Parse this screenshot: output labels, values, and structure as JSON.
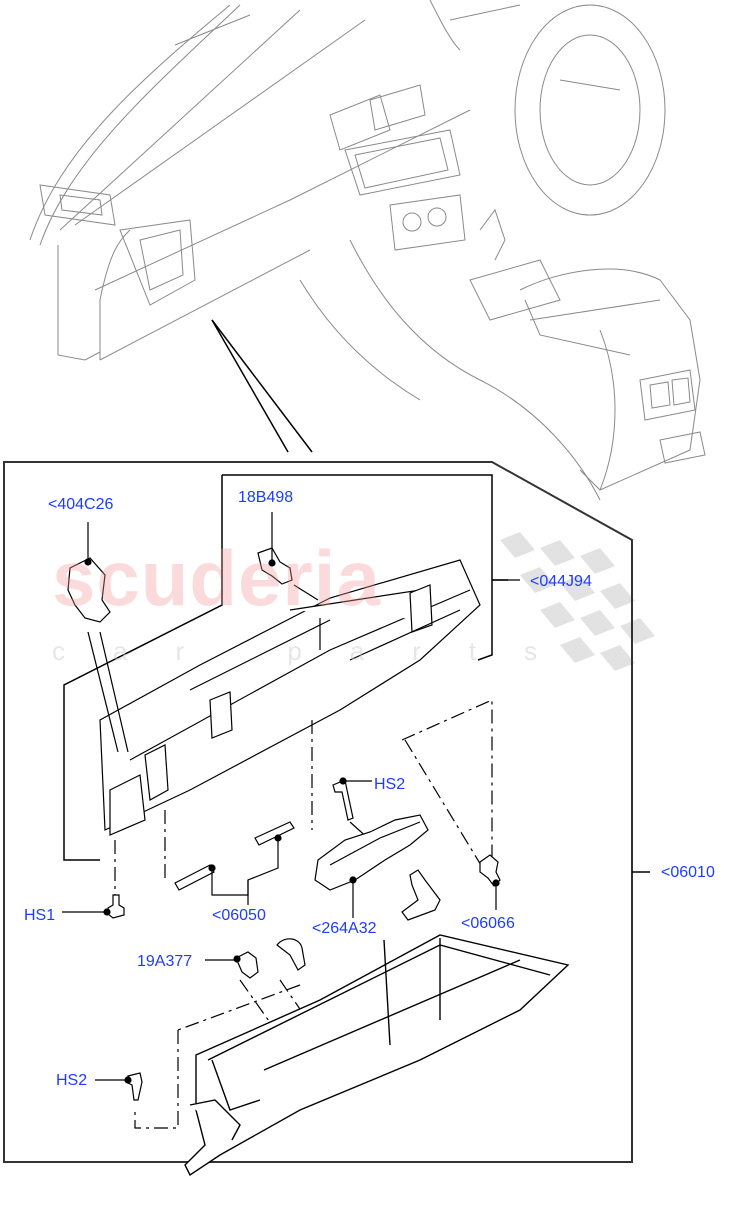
{
  "diagram": {
    "subject": "Glove box assembly exploded parts diagram",
    "overview_illustration": "dashboard-interior-line-drawing",
    "watermark": {
      "main": "scuderia",
      "sub": "car parts"
    },
    "colors": {
      "callout_text": "#1e3cff",
      "lines": "#000000",
      "watermark_main": "#f0a0a0",
      "watermark_flag": "#d0d0d0"
    },
    "callouts": [
      {
        "id": "c1",
        "label": "<404C26"
      },
      {
        "id": "c2",
        "label": "18B498"
      },
      {
        "id": "c3",
        "label": "<044J94"
      },
      {
        "id": "c4",
        "label": "HS2"
      },
      {
        "id": "c5",
        "label": "<06010"
      },
      {
        "id": "c6",
        "label": "HS1"
      },
      {
        "id": "c7",
        "label": "<06050"
      },
      {
        "id": "c8",
        "label": "<264A32"
      },
      {
        "id": "c9",
        "label": "<06066"
      },
      {
        "id": "c10",
        "label": "19A377"
      },
      {
        "id": "c11",
        "label": "HS2"
      }
    ]
  }
}
